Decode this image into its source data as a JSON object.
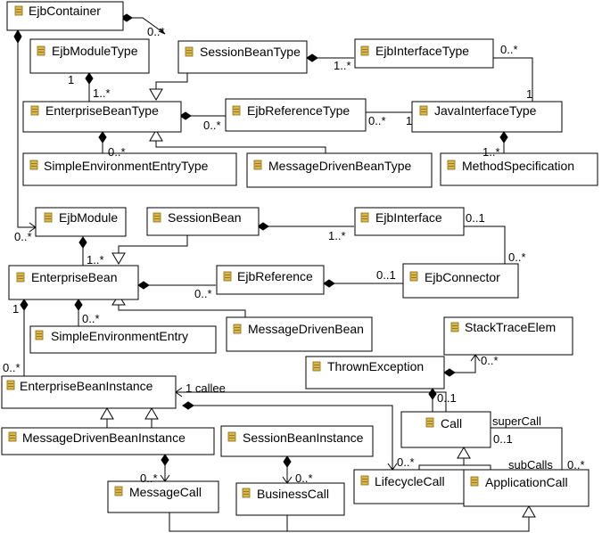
{
  "classes": {
    "ejbContainer": "EjbContainer",
    "ejbModuleType": "EjbModuleType",
    "sessionBeanType": "SessionBeanType",
    "ejbInterfaceType": "EjbInterfaceType",
    "enterpriseBeanType": "EnterpriseBeanType",
    "ejbReferenceType": "EjbReferenceType",
    "javaInterfaceType": "JavaInterfaceType",
    "simpleEnvironmentEntryType": "SimpleEnvironmentEntryType",
    "messageDrivenBeanType": "MessageDrivenBeanType",
    "methodSpecification": "MethodSpecification",
    "ejbModule": "EjbModule",
    "sessionBean": "SessionBean",
    "ejbInterface": "EjbInterface",
    "enterpriseBean": "EnterpriseBean",
    "ejbReference": "EjbReference",
    "ejbConnector": "EjbConnector",
    "simpleEnvironmentEntry": "SimpleEnvironmentEntry",
    "messageDrivenBean": "MessageDrivenBean",
    "stackTraceElem": "StackTraceElem",
    "thrownException": "ThrownException",
    "enterpriseBeanInstance": "EnterpriseBeanInstance",
    "call": "Call",
    "messageDrivenBeanInstance": "MessageDrivenBeanInstance",
    "sessionBeanInstance": "SessionBeanInstance",
    "messageCall": "MessageCall",
    "businessCall": "BusinessCall",
    "lifecycleCall": "LifecycleCall",
    "applicationCall": "ApplicationCall"
  },
  "labels": {
    "m_container_module_many": "0..*",
    "m_moduletype_one": "1",
    "m_moduletype_beans_many": "1..*",
    "m_session_interface_many": "1..*",
    "m_interface_many_top": "0..*",
    "m_javainterface_one_right": "1",
    "m_reference_many": "0..*",
    "m_reference_java_many": "0..*",
    "m_javainterface_one": "1",
    "m_simpleenv_many": "0..*",
    "m_method_many": "1..*",
    "m_ejbmodule_many": "0..*",
    "m_bean_many": "1..*",
    "m_ejbinterface_many": "1..*",
    "m_ejbinterface_01": "0..1",
    "m_connector_many": "0..*",
    "m_ejbref_many": "0..*",
    "m_connector_01": "0..1",
    "m_bean_one": "1",
    "m_simpleentry_many": "0..*",
    "m_instance_many": "0..*",
    "m_stacktrace_many": "0..*",
    "m_call_exc_01": "0..1",
    "m_callee": "1 callee",
    "m_supercall": "superCall",
    "m_supercall_01": "0..1",
    "m_subcalls": "subCalls",
    "m_subcalls_many": "0..*",
    "m_lifecycle_many": "0..*",
    "m_messagecall_many": "0..*",
    "m_businesscall_many": "0..*"
  }
}
